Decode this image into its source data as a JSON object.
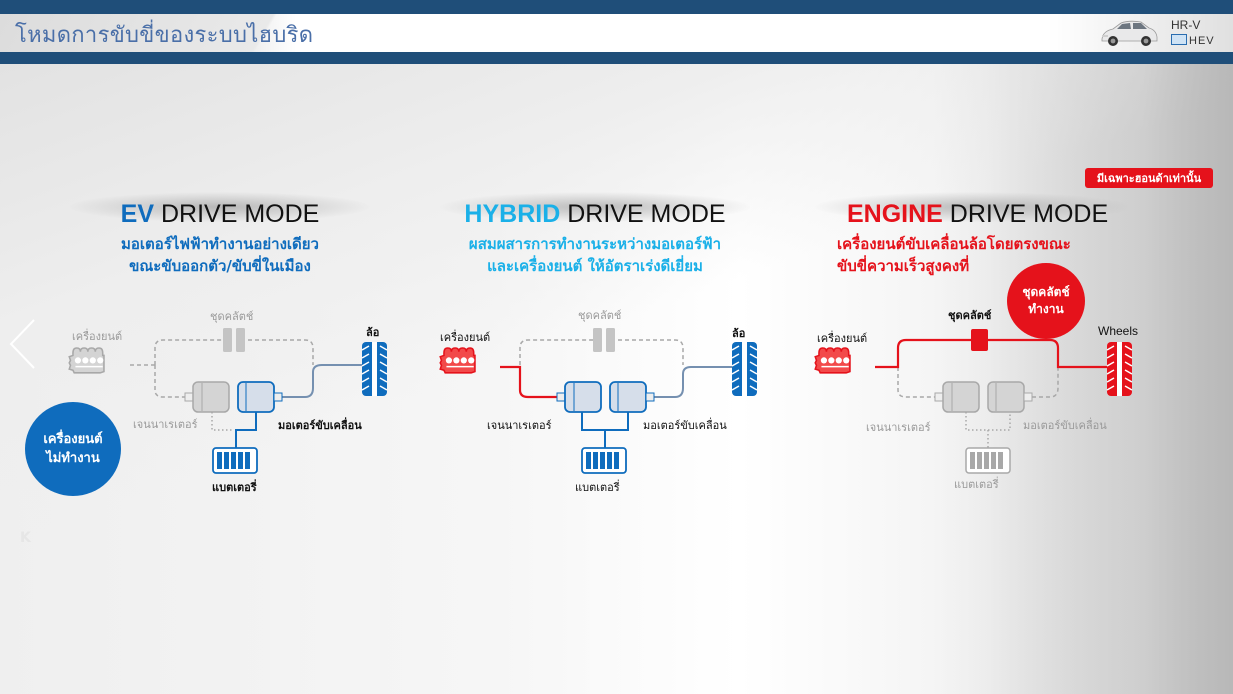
{
  "header": {
    "title": "โหมดการขับขี่ของระบบไฮบริด",
    "logo_model": "HR-V",
    "logo_badge": "HEV"
  },
  "notice_badge": "มีเฉพาะฮอนด้าเท่านั้น",
  "colors": {
    "navy": "#1f4e79",
    "ev_blue": "#0f6cbd",
    "hybrid_cyan": "#1ab0e8",
    "engine_red": "#e5121b",
    "inactive_grey": "#a6a6a6"
  },
  "modes": [
    {
      "accent": "EV",
      "title_rest": " DRIVE MODE",
      "desc_line1": "มอเตอร์ไฟฟ้าทำงานอย่างเดียว",
      "desc_line2": "ขณะขับออกตัว/ขับขี่ในเมือง",
      "labels": {
        "engine": "เครื่องยนต์",
        "clutch": "ชุดคลัตช์",
        "wheel": "ล้อ",
        "generator": "เจนนาเรเตอร์",
        "motor": "มอเตอร์ขับเคลื่อน",
        "battery": "แบตเตอรี่"
      },
      "status_circle": [
        "เครื่องยนต์",
        "ไม่ทำงาน"
      ]
    },
    {
      "accent": "HYBRID",
      "title_rest": " DRIVE MODE",
      "desc_line1": "ผสมผสารการทำงานระหว่างมอเตอร์ฟ้า",
      "desc_line2": "และเครื่องยนต์ ให้อัตราเร่งดีเยี่ยม",
      "labels": {
        "engine": "เครื่องยนต์",
        "clutch": "ชุดคลัตช์",
        "wheel": "ล้อ",
        "generator": "เจนนาเรเตอร์",
        "motor": "มอเตอร์ขับเคลื่อน",
        "battery": "แบตเตอรี่"
      }
    },
    {
      "accent": "ENGINE",
      "title_rest": " DRIVE MODE",
      "desc_line1": "เครื่องยนต์ขับเคลื่อนล้อโดยตรงขณะ",
      "desc_line2": "ขับขี่ความเร็วสูงคงที่",
      "labels": {
        "engine": "เครื่องยนต์",
        "clutch": "ชุดคลัตช์",
        "wheel": "Wheels",
        "generator": "เจนนาเรเตอร์",
        "motor": "มอเตอร์ขับเคลื่อน",
        "battery": "แบตเตอรี่"
      },
      "status_circle": [
        "ชุดคลัตช์",
        "ทำงาน"
      ]
    }
  ],
  "nav": {
    "prev_icon": "chevron-left-icon"
  },
  "watermark": "K"
}
